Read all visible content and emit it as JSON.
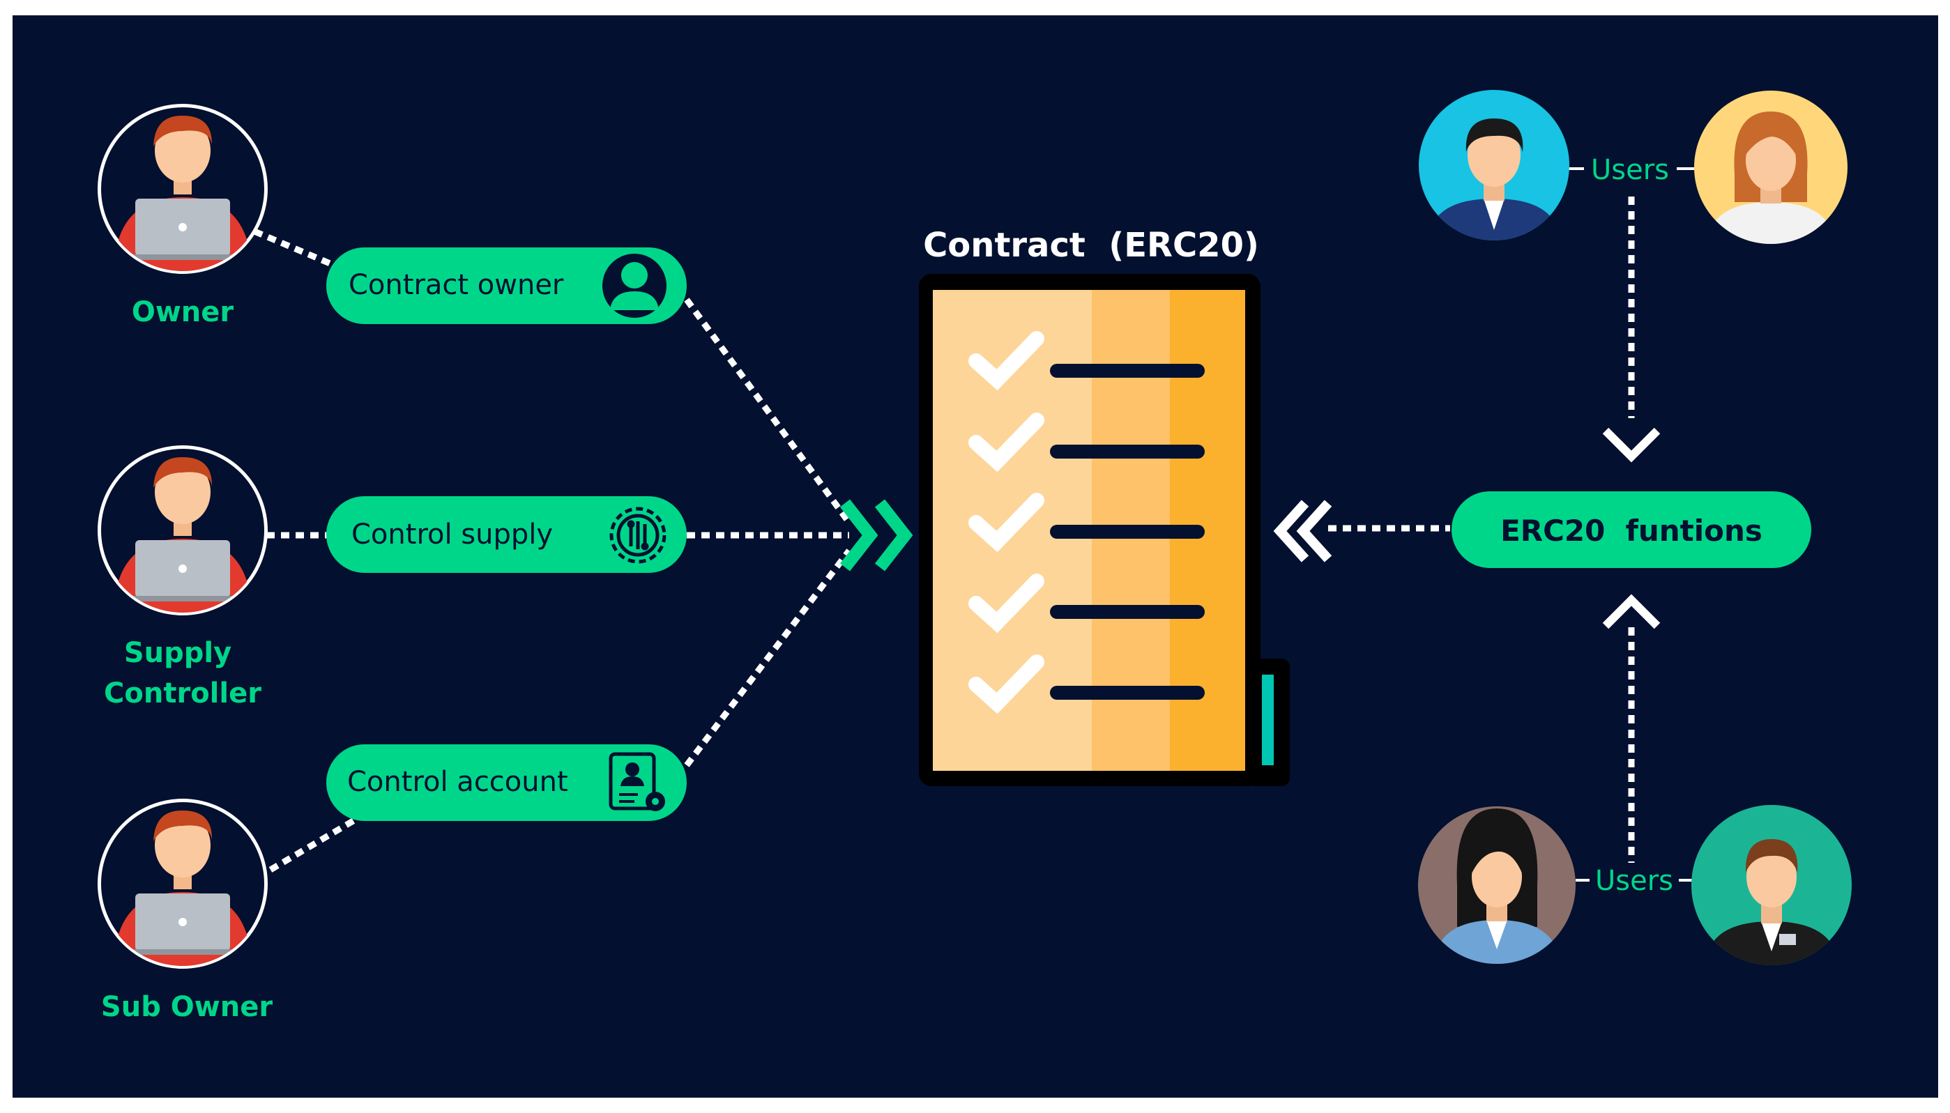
{
  "colors": {
    "background": "#03102f",
    "frame": "#ffffff",
    "accent": "#00d68a",
    "doc_light": "#fdd598",
    "doc_mid": "#fdc26a",
    "doc_dark": "#fbb02e",
    "doc_border": "#000000",
    "tab": "#00c7b4"
  },
  "left": {
    "actors": [
      {
        "label_lines": [
          "Owner"
        ],
        "icon": "person-laptop-icon"
      },
      {
        "label_lines": [
          "Supply",
          "Controller"
        ],
        "icon": "person-laptop-icon"
      },
      {
        "label_lines": [
          "Sub Owner"
        ],
        "icon": "person-laptop-icon"
      }
    ],
    "roles": [
      {
        "label": "Contract owner",
        "icon": "user-silhouette-icon"
      },
      {
        "label": "Control supply",
        "icon": "gear-circuit-icon"
      },
      {
        "label": "Control account",
        "icon": "account-settings-icon"
      }
    ]
  },
  "center": {
    "title": "Contract  (ERC20)",
    "checklist_icon": "check-icon"
  },
  "right": {
    "functions_label": "ERC20  funtions",
    "users_top_label": "Users",
    "users_bottom_label": "Users",
    "avatars": [
      "male-user-icon",
      "female-user-icon",
      "female-user-icon",
      "male-user-icon"
    ]
  }
}
